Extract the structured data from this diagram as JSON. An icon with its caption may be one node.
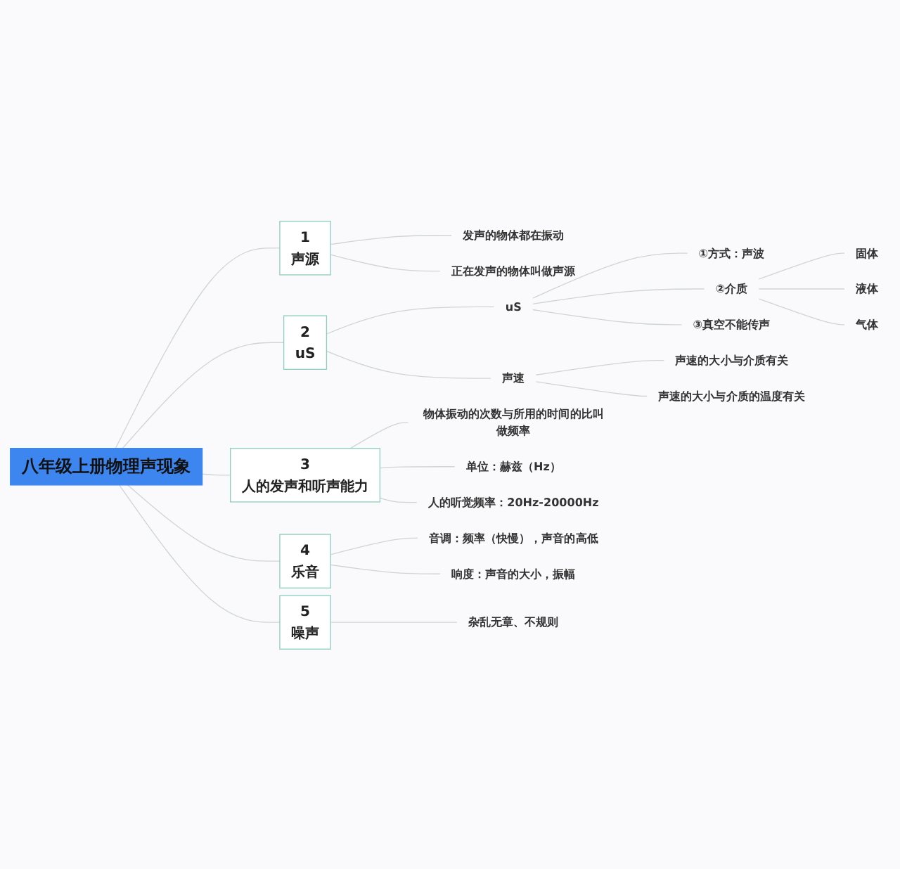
{
  "diagram": {
    "nodes": [
      {
        "text": [
          "八年级上册物理声现象"
        ]
      },
      {
        "text": [
          "1",
          "声源"
        ]
      },
      {
        "text": [
          "发声的物体都在振动"
        ]
      },
      {
        "text": [
          "正在发声的物体叫做声源"
        ]
      },
      {
        "text": [
          "2",
          "uS"
        ]
      },
      {
        "text": [
          "uS"
        ]
      },
      {
        "text": [
          "①方式：声波"
        ]
      },
      {
        "text": [
          "②介质"
        ]
      },
      {
        "text": [
          "固体"
        ]
      },
      {
        "text": [
          "液体"
        ]
      },
      {
        "text": [
          "气体"
        ]
      },
      {
        "text": [
          "③真空不能传声"
        ]
      },
      {
        "text": [
          "声速"
        ]
      },
      {
        "text": [
          "声速的大小与介质有关"
        ]
      },
      {
        "text": [
          "声速的大小与介质的温度有关"
        ]
      },
      {
        "text": [
          "3",
          "人的发声和听声能力"
        ]
      },
      {
        "text": [
          "物体振动的次数与所用的时间的比叫做频率"
        ]
      },
      {
        "text": [
          "单位：赫兹（Hz）"
        ]
      },
      {
        "text": [
          "人的听觉频率：20Hz-20000Hz"
        ]
      },
      {
        "text": [
          "4",
          "乐音"
        ]
      },
      {
        "text": [
          "音调：频率（快慢），声音的高低"
        ]
      },
      {
        "text": [
          "响度：声音的大小，振幅"
        ]
      },
      {
        "text": [
          "5",
          "噪声"
        ]
      },
      {
        "text": [
          "杂乱无章、不规则"
        ]
      }
    ],
    "edges": [
      {
        "from": 0,
        "to": 1,
        "arrow": "none"
      },
      {
        "from": 0,
        "to": 4,
        "arrow": "none"
      },
      {
        "from": 0,
        "to": 15,
        "arrow": "none"
      },
      {
        "from": 0,
        "to": 19,
        "arrow": "none"
      },
      {
        "from": 0,
        "to": 22,
        "arrow": "none"
      },
      {
        "from": 1,
        "to": 2,
        "arrow": "none"
      },
      {
        "from": 1,
        "to": 3,
        "arrow": "none"
      },
      {
        "from": 4,
        "to": 5,
        "arrow": "none"
      },
      {
        "from": 4,
        "to": 12,
        "arrow": "none"
      },
      {
        "from": 5,
        "to": 6,
        "arrow": "none"
      },
      {
        "from": 5,
        "to": 7,
        "arrow": "none"
      },
      {
        "from": 5,
        "to": 11,
        "arrow": "none"
      },
      {
        "from": 7,
        "to": 8,
        "arrow": "none"
      },
      {
        "from": 7,
        "to": 9,
        "arrow": "none"
      },
      {
        "from": 7,
        "to": 10,
        "arrow": "none"
      },
      {
        "from": 12,
        "to": 13,
        "arrow": "none"
      },
      {
        "from": 12,
        "to": 14,
        "arrow": "none"
      },
      {
        "from": 15,
        "to": 16,
        "arrow": "none"
      },
      {
        "from": 15,
        "to": 17,
        "arrow": "none"
      },
      {
        "from": 15,
        "to": 18,
        "arrow": "none"
      },
      {
        "from": 19,
        "to": 20,
        "arrow": "none"
      },
      {
        "from": 19,
        "to": 21,
        "arrow": "none"
      },
      {
        "from": 22,
        "to": 23,
        "arrow": "none"
      }
    ]
  }
}
